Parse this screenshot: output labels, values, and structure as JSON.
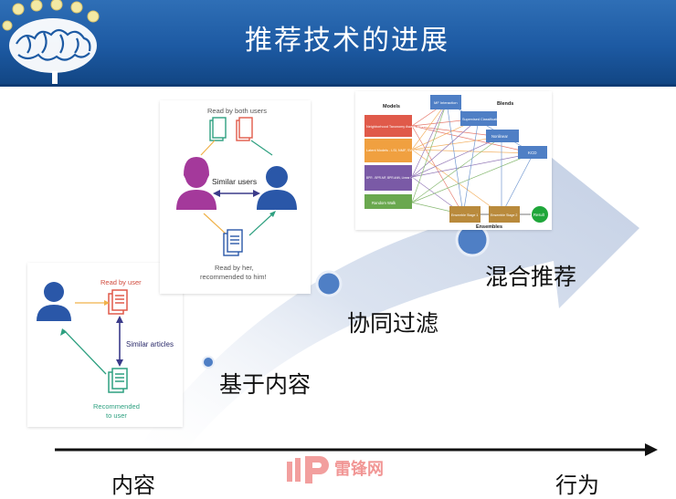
{
  "header": {
    "title": "推荐技术的进展"
  },
  "stages": [
    {
      "label": "基于内容"
    },
    {
      "label": "协同过滤"
    },
    {
      "label": "混合推荐"
    }
  ],
  "axis": {
    "left_label": "内容",
    "right_label": "行为"
  },
  "content_based": {
    "read_by_user": "Read by user",
    "similar_articles": "Similar articles",
    "recommended_line1": "Recommended",
    "recommended_line2": "to user"
  },
  "collaborative": {
    "read_by_both": "Read by both users",
    "similar_users": "Similar users",
    "read_by_her_line1": "Read by her,",
    "read_by_her_line2": "recommended to him!"
  },
  "hybrid": {
    "models_heading": "Models",
    "blends_heading": "Blends",
    "ensembles_heading": "Ensembles",
    "models": [
      "Neighborhood Taxonomy Aware, kNN",
      "Latent Models - LSI, NMF, SVD++",
      "BPR - BPR-MF, BPR-kNN, Linear Combination",
      "Random Walk"
    ],
    "blend_nodes": [
      "MF Interaction",
      "Supervised Classification",
      "Nonlinear",
      "KCD"
    ],
    "ensemble_nodes": [
      "Ensemble Stage 1",
      "Ensemble Stage 2"
    ],
    "result": "Result"
  },
  "watermark": {
    "text": "雷锋网"
  }
}
